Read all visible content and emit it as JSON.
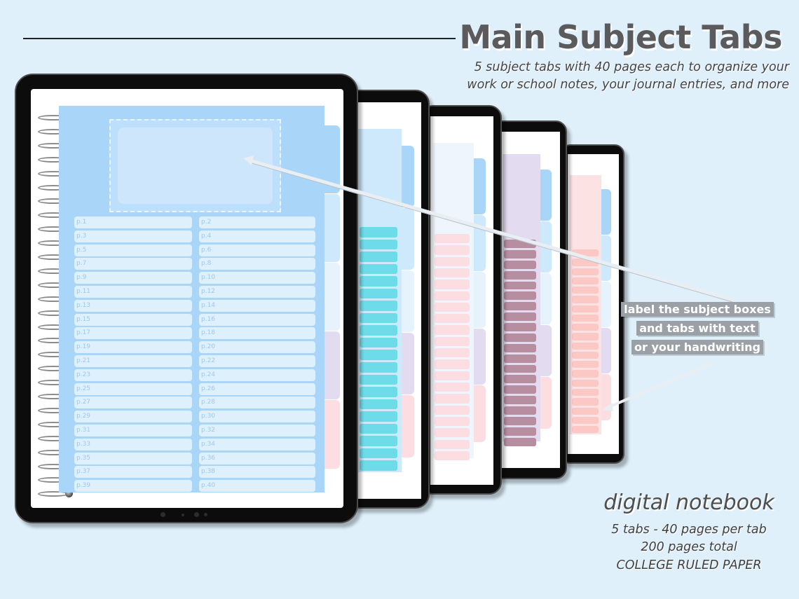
{
  "header": {
    "title": "Main Subject Tabs",
    "subtitle_line1": "5 subject tabs with 40 pages each to organize  your",
    "subtitle_line2": "work or school notes, your journal entries, and more"
  },
  "callout": {
    "line1": "label the subject boxes",
    "line2": "and tabs with text",
    "line3": "or your handwriting"
  },
  "footer": {
    "brand": "digital notebook",
    "line1": "5 tabs  - 40 pages per tab",
    "line2": "200 pages total",
    "line3": "COLLEGE RULED PAPER"
  },
  "front_page": {
    "page_numbers": [
      "p.1",
      "p.2",
      "p.3",
      "p.4",
      "p.5",
      "p.6",
      "p.7",
      "p.8",
      "p.9",
      "p.10",
      "p.11",
      "p.12",
      "p.13",
      "p.14",
      "p.15",
      "p.16",
      "p.17",
      "p.18",
      "p.19",
      "p.20",
      "p.21",
      "p.22",
      "p.23",
      "p.24",
      "p.25",
      "p.26",
      "p.27",
      "p.28",
      "p.29",
      "p.30",
      "p.31",
      "p.32",
      "p.33",
      "p.34",
      "p.35",
      "p.36",
      "p.37",
      "p.38",
      "p.39",
      "p.40"
    ]
  },
  "colors": {
    "background": "#dff0fb",
    "tab_blue": "#a8d5f8",
    "tab_teal": "#6edbe8",
    "tab_pink": "#fbdde2",
    "tab_mauve": "#b78da0",
    "tab_salmon": "#fbc8c6",
    "tab_lavender": "#e3dcf0"
  }
}
